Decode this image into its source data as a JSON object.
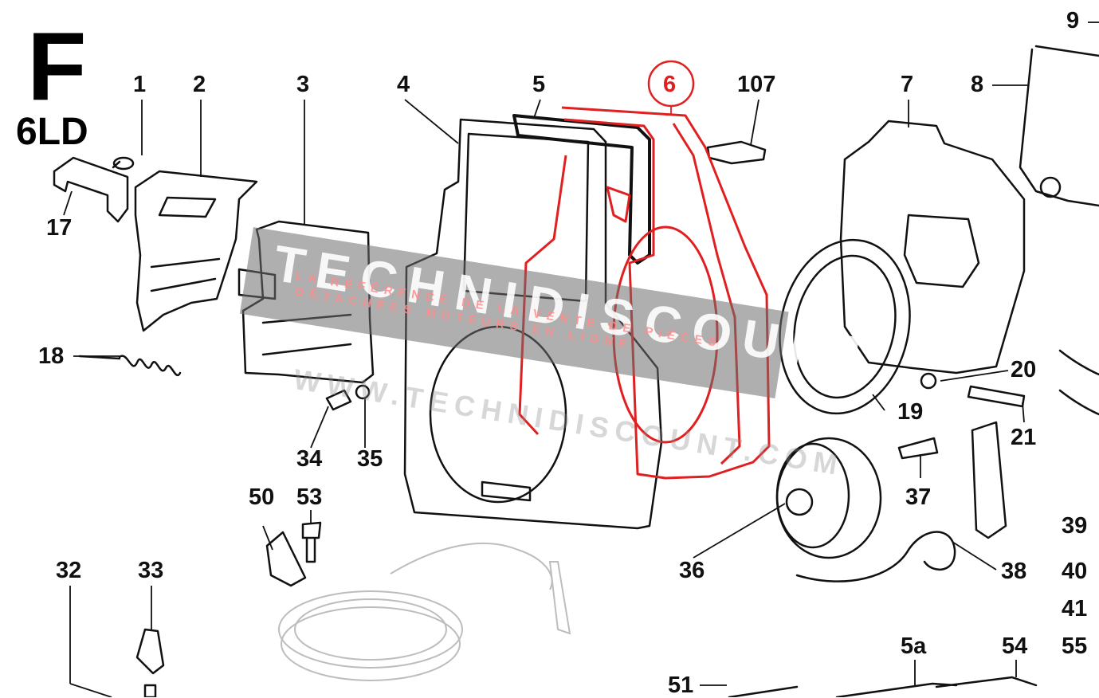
{
  "section": {
    "letter": "F",
    "engine": "6LD"
  },
  "callouts": [
    {
      "id": "1",
      "text": "1",
      "color": "#111111"
    },
    {
      "id": "2",
      "text": "2",
      "color": "#111111"
    },
    {
      "id": "3",
      "text": "3",
      "color": "#111111"
    },
    {
      "id": "4",
      "text": "4",
      "color": "#111111"
    },
    {
      "id": "5",
      "text": "5",
      "color": "#111111"
    },
    {
      "id": "6",
      "text": "6",
      "color": "#e02020"
    },
    {
      "id": "107",
      "text": "107",
      "color": "#111111"
    },
    {
      "id": "7",
      "text": "7",
      "color": "#111111"
    },
    {
      "id": "8",
      "text": "8",
      "color": "#111111"
    },
    {
      "id": "9",
      "text": "9",
      "color": "#111111"
    },
    {
      "id": "17",
      "text": "17",
      "color": "#111111"
    },
    {
      "id": "18",
      "text": "18",
      "color": "#111111"
    },
    {
      "id": "19",
      "text": "19",
      "color": "#111111"
    },
    {
      "id": "20",
      "text": "20",
      "color": "#111111"
    },
    {
      "id": "21",
      "text": "21",
      "color": "#111111"
    },
    {
      "id": "32",
      "text": "32",
      "color": "#111111"
    },
    {
      "id": "33",
      "text": "33",
      "color": "#111111"
    },
    {
      "id": "34",
      "text": "34",
      "color": "#111111"
    },
    {
      "id": "35",
      "text": "35",
      "color": "#111111"
    },
    {
      "id": "36",
      "text": "36",
      "color": "#111111"
    },
    {
      "id": "37",
      "text": "37",
      "color": "#111111"
    },
    {
      "id": "38",
      "text": "38",
      "color": "#111111"
    },
    {
      "id": "39",
      "text": "39",
      "color": "#111111"
    },
    {
      "id": "40",
      "text": "40",
      "color": "#111111"
    },
    {
      "id": "41",
      "text": "41",
      "color": "#111111"
    },
    {
      "id": "50",
      "text": "50",
      "color": "#111111"
    },
    {
      "id": "51",
      "text": "51",
      "color": "#111111"
    },
    {
      "id": "53",
      "text": "53",
      "color": "#111111"
    },
    {
      "id": "54",
      "text": "54",
      "color": "#111111"
    },
    {
      "id": "55",
      "text": "55",
      "color": "#111111"
    },
    {
      "id": "5a",
      "text": "5a",
      "color": "#111111"
    }
  ],
  "watermark": {
    "brand": "TECHNIDISCOUNT",
    "tagline_1": "LA RÉFÉRENCE DE LA VENTE DE PIÈCES",
    "tagline_2": "DÉTACHÉES MOTEURS EN LIGNE",
    "url": "WWW.TECHNIDISCOUNT.COM"
  },
  "colors": {
    "highlight": "#e02020",
    "line": "#111111",
    "watermark_band": "#6e6e6e"
  }
}
